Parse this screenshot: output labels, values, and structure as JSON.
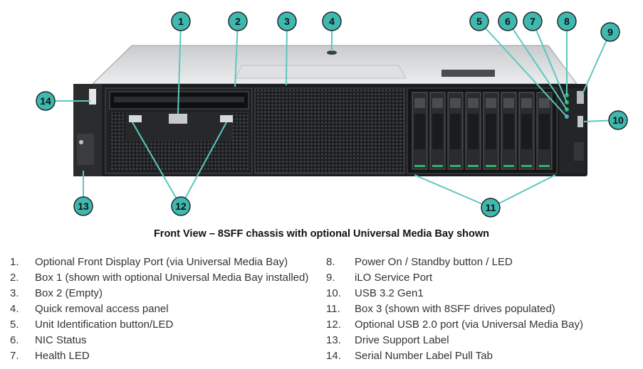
{
  "caption": "Front View – 8SFF chassis with optional Universal Media Bay shown",
  "colors": {
    "callout_fill": "#3fb8b0",
    "callout_stroke": "#1f2a2a",
    "leader_line": "#5cc8c0",
    "chassis_top": "#d6d8da",
    "front_panel": "#1b1d1f",
    "drive_accent": "#2fb36a"
  },
  "callouts": [
    "1",
    "2",
    "3",
    "4",
    "5",
    "6",
    "7",
    "8",
    "9",
    "10",
    "11",
    "12",
    "13",
    "14"
  ],
  "legend": [
    {
      "num": "1.",
      "text": "Optional Front Display Port (via Universal Media Bay)"
    },
    {
      "num": "2.",
      "text": "Box 1 (shown with optional Universal Media Bay installed)"
    },
    {
      "num": "3.",
      "text": "Box 2 (Empty)"
    },
    {
      "num": "4.",
      "text": "Quick removal access panel"
    },
    {
      "num": "5.",
      "text": "Unit Identification button/LED"
    },
    {
      "num": "6.",
      "text": "NIC Status"
    },
    {
      "num": "7.",
      "text": "Health LED"
    },
    {
      "num": "8.",
      "text": "Power On / Standby button / LED"
    },
    {
      "num": "9.",
      "text": "iLO Service Port"
    },
    {
      "num": "10.",
      "text": "USB 3.2 Gen1"
    },
    {
      "num": "11.",
      "text": "Box 3  (shown with 8SFF drives populated)"
    },
    {
      "num": "12.",
      "text": "Optional USB 2.0 port (via Universal Media Bay)"
    },
    {
      "num": "13.",
      "text": "Drive Support Label"
    },
    {
      "num": "14.",
      "text": "Serial Number Label Pull Tab"
    }
  ]
}
